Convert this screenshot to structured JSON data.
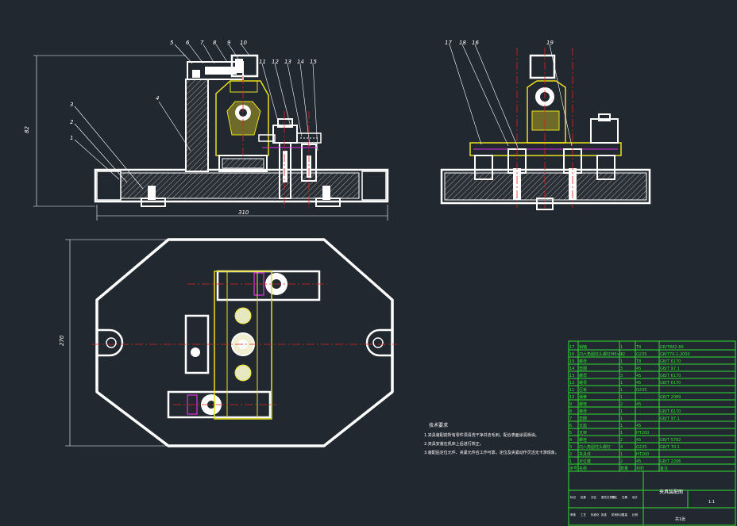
{
  "drawing": {
    "front_view_labels": [
      "5",
      "6",
      "7",
      "8",
      "9",
      "10",
      "4",
      "3",
      "2",
      "1",
      "11",
      "12",
      "13",
      "14",
      "15"
    ],
    "side_view_labels": [
      "17",
      "18",
      "16",
      "19"
    ],
    "dimensions": {
      "height": "82",
      "length": "310",
      "plan_width": "270"
    },
    "notes": {
      "title": "技术要求",
      "lines": [
        "1.夹具装配前所有零件须清洗干净并去毛刺，配合表面涂润滑油。",
        "2.夹具安装在机床上后进行校正。",
        "3.装配后定位元件、夹紧元件应工作可靠，定位及夹紧动作灵活无卡滞现象。"
      ]
    },
    "title_block": {
      "drawing_name": "夹具装配图",
      "rows": [
        {
          "no": "17",
          "name": "销轴",
          "qty": "1",
          "mat": "T8",
          "std": "GB/T882-86"
        },
        {
          "no": "16",
          "name": "内六角圆柱头螺钉M6×12",
          "qty": "4",
          "mat": "Q235",
          "std": "GB/T70.1-2000"
        },
        {
          "no": "15",
          "name": "螺母",
          "qty": "1",
          "mat": "T8",
          "std": "GB/T 6170"
        },
        {
          "no": "14",
          "name": "垫圈",
          "qty": "3",
          "mat": "45",
          "std": "GB/T 97.1"
        },
        {
          "no": "13",
          "name": "螺母",
          "qty": "3",
          "mat": "45",
          "std": "GB/T 6170"
        },
        {
          "no": "12",
          "name": "螺母",
          "qty": "1",
          "mat": "45",
          "std": "GB/T 6170"
        },
        {
          "no": "11",
          "name": "压板",
          "qty": "1",
          "mat": "Q235",
          "std": ""
        },
        {
          "no": "10",
          "name": "弹簧",
          "qty": "1",
          "mat": "",
          "std": "GB/T 2089"
        },
        {
          "no": "9",
          "name": "螺栓",
          "qty": "2",
          "mat": "45",
          "std": ""
        },
        {
          "no": "8",
          "name": "螺母",
          "qty": "1",
          "mat": "",
          "std": "GB/T 6170"
        },
        {
          "no": "7",
          "name": "垫圈",
          "qty": "1",
          "mat": "",
          "std": "GB/T 97.1"
        },
        {
          "no": "6",
          "name": "支座",
          "qty": "1",
          "mat": "45",
          "std": ""
        },
        {
          "no": "5",
          "name": "支架",
          "qty": "1",
          "mat": "HT200",
          "std": ""
        },
        {
          "no": "4",
          "name": "螺栓",
          "qty": "2",
          "mat": "45",
          "std": "GB/T 5782"
        },
        {
          "no": "3",
          "name": "内六角圆柱头螺钉",
          "qty": "4",
          "mat": "Q235",
          "std": "GB/T 70.1"
        },
        {
          "no": "2",
          "name": "夹具体",
          "qty": "1",
          "mat": "HT200",
          "std": ""
        },
        {
          "no": "1",
          "name": "定位键",
          "qty": "2",
          "mat": "45",
          "std": "GB/T 2206"
        }
      ],
      "header": {
        "no": "序号",
        "name": "名称",
        "qty": "数量",
        "mat": "材料",
        "std": "备注"
      },
      "scale": "1:1",
      "sheet": "共1张",
      "labels": [
        "标记",
        "处数",
        "分区",
        "更改文件号",
        "签名",
        "日期",
        "设计",
        "审核",
        "工艺",
        "标准化",
        "批准",
        "阶段标记",
        "重量",
        "比例"
      ]
    }
  }
}
